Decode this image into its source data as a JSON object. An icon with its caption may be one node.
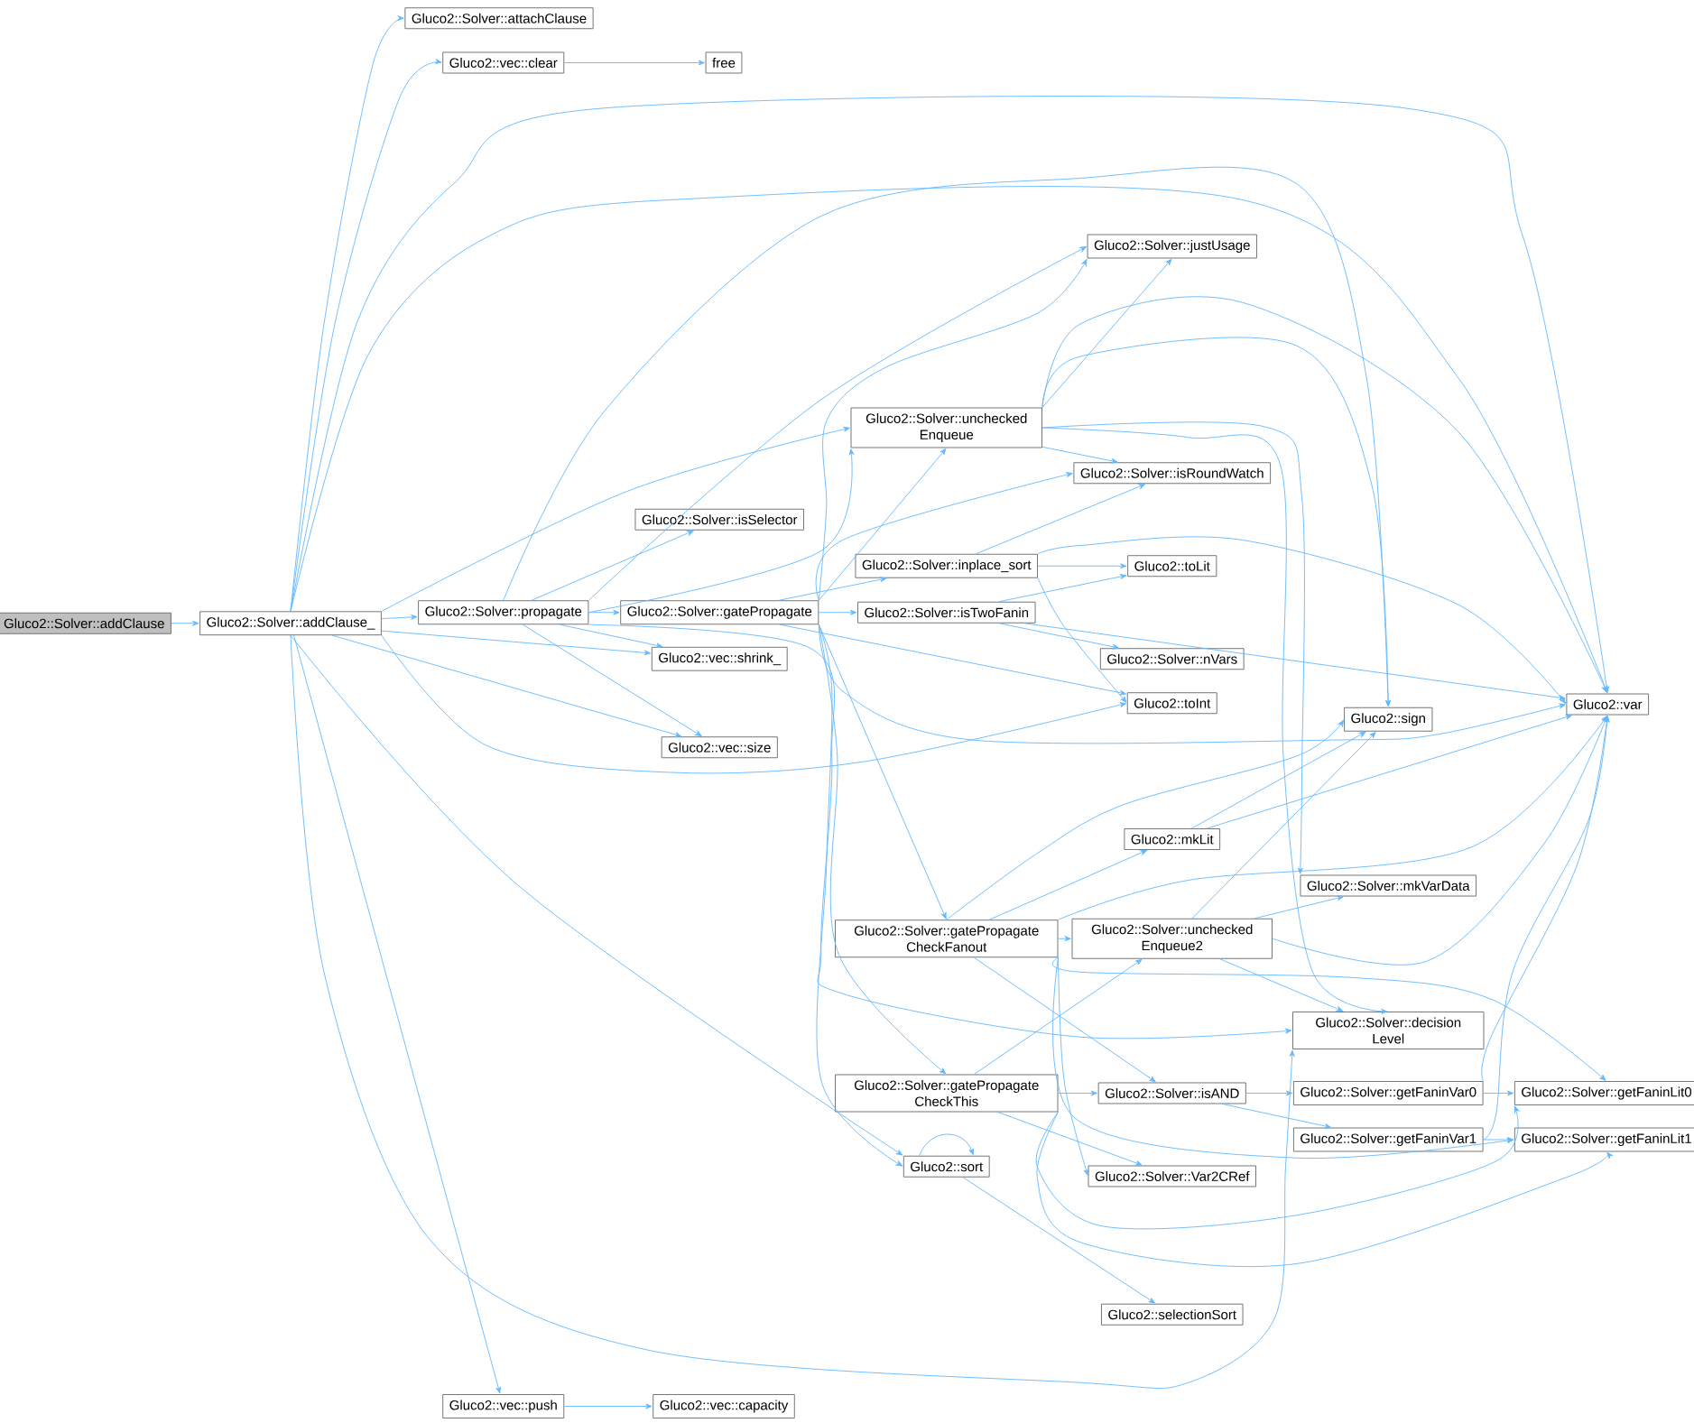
{
  "diagram": {
    "nodes": [
      {
        "text": [
          "Gluco2::Solver::addClause"
        ]
      },
      {
        "text": [
          "Gluco2::Solver::addClause_"
        ]
      },
      {
        "text": [
          "Gluco2::Solver::attachClause"
        ]
      },
      {
        "text": [
          "Gluco2::vec::clear"
        ]
      },
      {
        "text": [
          "free"
        ]
      },
      {
        "text": [
          "Gluco2::var"
        ]
      },
      {
        "text": [
          "Gluco2::sign"
        ]
      },
      {
        "text": [
          "Gluco2::Solver::justUsage"
        ]
      },
      {
        "text": [
          "Gluco2::Solver::unchecked Enqueue"
        ]
      },
      {
        "text": [
          "Gluco2::Solver::propagate"
        ]
      },
      {
        "text": [
          "Gluco2::Solver::isSelector"
        ]
      },
      {
        "text": [
          "Gluco2::Solver::gatePropagate"
        ]
      },
      {
        "text": [
          "Gluco2::vec::shrink_"
        ]
      },
      {
        "text": [
          "Gluco2::vec::size"
        ]
      },
      {
        "text": [
          "Gluco2::toInt"
        ]
      },
      {
        "text": [
          "Gluco2::Solver::isRoundWatch"
        ]
      },
      {
        "text": [
          "Gluco2::Solver::inplace_sort"
        ]
      },
      {
        "text": [
          "Gluco2::toLit"
        ]
      },
      {
        "text": [
          "Gluco2::Solver::isTwoFanin"
        ]
      },
      {
        "text": [
          "Gluco2::Solver::nVars"
        ]
      },
      {
        "text": [
          "Gluco2::mkLit"
        ]
      },
      {
        "text": [
          "Gluco2::Solver::mkVarData"
        ]
      },
      {
        "text": [
          "Gluco2::Solver::gatePropagate CheckFanout"
        ]
      },
      {
        "text": [
          "Gluco2::Solver::unchecked Enqueue2"
        ]
      },
      {
        "text": [
          "Gluco2::Solver::decision Level"
        ]
      },
      {
        "text": [
          "Gluco2::Solver::gatePropagate CheckThis"
        ]
      },
      {
        "text": [
          "Gluco2::Solver::isAND"
        ]
      },
      {
        "text": [
          "Gluco2::Solver::getFaninVar0"
        ]
      },
      {
        "text": [
          "Gluco2::Solver::getFaninLit0"
        ]
      },
      {
        "text": [
          "Gluco2::Solver::getFaninVar1"
        ]
      },
      {
        "text": [
          "Gluco2::Solver::getFaninLit1"
        ]
      },
      {
        "text": [
          "Gluco2::sort"
        ]
      },
      {
        "text": [
          "Gluco2::Solver::Var2CRef"
        ]
      },
      {
        "text": [
          "Gluco2::selectionSort"
        ]
      },
      {
        "text": [
          "Gluco2::vec::push"
        ]
      },
      {
        "text": [
          "Gluco2::vec::capacity"
        ]
      }
    ],
    "edges": [
      {
        "from": 0,
        "to": 1,
        "arrow": "to"
      },
      {
        "from": 1,
        "to": 2,
        "arrow": "to"
      },
      {
        "from": 1,
        "to": 3,
        "arrow": "to"
      },
      {
        "from": 3,
        "to": 4,
        "arrow": "to"
      },
      {
        "from": 1,
        "to": 5,
        "arrow": "to"
      },
      {
        "from": 1,
        "to": 5,
        "arrow": "to"
      },
      {
        "from": 1,
        "to": 8,
        "arrow": "to"
      },
      {
        "from": 1,
        "to": 9,
        "arrow": "to"
      },
      {
        "from": 1,
        "to": 12,
        "arrow": "to"
      },
      {
        "from": 1,
        "to": 13,
        "arrow": "to"
      },
      {
        "from": 1,
        "to": 14,
        "arrow": "to"
      },
      {
        "from": 1,
        "to": 31,
        "arrow": "to"
      },
      {
        "from": 1,
        "to": 24,
        "arrow": "to"
      },
      {
        "from": 1,
        "to": 34,
        "arrow": "to"
      },
      {
        "from": 34,
        "to": 35,
        "arrow": "to"
      },
      {
        "from": 9,
        "to": 6,
        "arrow": "to"
      },
      {
        "from": 9,
        "to": 7,
        "arrow": "to"
      },
      {
        "from": 9,
        "to": 10,
        "arrow": "to"
      },
      {
        "from": 9,
        "to": 11,
        "arrow": "to"
      },
      {
        "from": 9,
        "to": 8,
        "arrow": "to"
      },
      {
        "from": 9,
        "to": 12,
        "arrow": "to"
      },
      {
        "from": 9,
        "to": 13,
        "arrow": "to"
      },
      {
        "from": 9,
        "to": 24,
        "arrow": "to"
      },
      {
        "from": 11,
        "to": 7,
        "arrow": "to"
      },
      {
        "from": 11,
        "to": 8,
        "arrow": "to"
      },
      {
        "from": 11,
        "to": 15,
        "arrow": "to"
      },
      {
        "from": 11,
        "to": 16,
        "arrow": "to"
      },
      {
        "from": 11,
        "to": 18,
        "arrow": "to"
      },
      {
        "from": 11,
        "to": 14,
        "arrow": "to"
      },
      {
        "from": 11,
        "to": 5,
        "arrow": "to"
      },
      {
        "from": 11,
        "to": 22,
        "arrow": "to"
      },
      {
        "from": 11,
        "to": 25,
        "arrow": "to"
      },
      {
        "from": 11,
        "to": 31,
        "arrow": "to"
      },
      {
        "from": 8,
        "to": 7,
        "arrow": "to"
      },
      {
        "from": 8,
        "to": 5,
        "arrow": "to"
      },
      {
        "from": 8,
        "to": 6,
        "arrow": "to"
      },
      {
        "from": 8,
        "to": 15,
        "arrow": "to"
      },
      {
        "from": 8,
        "to": 21,
        "arrow": "to"
      },
      {
        "from": 8,
        "to": 24,
        "arrow": "to"
      },
      {
        "from": 16,
        "to": 15,
        "arrow": "to"
      },
      {
        "from": 16,
        "to": 5,
        "arrow": "to"
      },
      {
        "from": 16,
        "to": 17,
        "arrow": "to"
      },
      {
        "from": 16,
        "to": 14,
        "arrow": "to"
      },
      {
        "from": 18,
        "to": 17,
        "arrow": "to"
      },
      {
        "from": 18,
        "to": 5,
        "arrow": "to"
      },
      {
        "from": 18,
        "to": 19,
        "arrow": "to"
      },
      {
        "from": 22,
        "to": 6,
        "arrow": "to"
      },
      {
        "from": 22,
        "to": 20,
        "arrow": "to"
      },
      {
        "from": 22,
        "to": 5,
        "arrow": "to"
      },
      {
        "from": 22,
        "to": 23,
        "arrow": "to"
      },
      {
        "from": 22,
        "to": 28,
        "arrow": "to"
      },
      {
        "from": 22,
        "to": 26,
        "arrow": "to"
      },
      {
        "from": 22,
        "to": 32,
        "arrow": "to"
      },
      {
        "from": 22,
        "to": 30,
        "arrow": "to"
      },
      {
        "from": 20,
        "to": 6,
        "arrow": "to"
      },
      {
        "from": 20,
        "to": 5,
        "arrow": "to"
      },
      {
        "from": 23,
        "to": 6,
        "arrow": "to"
      },
      {
        "from": 23,
        "to": 21,
        "arrow": "to"
      },
      {
        "from": 23,
        "to": 5,
        "arrow": "to"
      },
      {
        "from": 23,
        "to": 24,
        "arrow": "to"
      },
      {
        "from": 25,
        "to": 23,
        "arrow": "to"
      },
      {
        "from": 25,
        "to": 26,
        "arrow": "to"
      },
      {
        "from": 25,
        "to": 32,
        "arrow": "to"
      },
      {
        "from": 25,
        "to": 28,
        "arrow": "to"
      },
      {
        "from": 25,
        "to": 30,
        "arrow": "to"
      },
      {
        "from": 26,
        "to": 27,
        "arrow": "to"
      },
      {
        "from": 26,
        "to": 29,
        "arrow": "to"
      },
      {
        "from": 27,
        "to": 5,
        "arrow": "to"
      },
      {
        "from": 27,
        "to": 28,
        "arrow": "to"
      },
      {
        "from": 29,
        "to": 5,
        "arrow": "to"
      },
      {
        "from": 29,
        "to": 30,
        "arrow": "to"
      },
      {
        "from": 31,
        "to": 31,
        "arrow": "to"
      },
      {
        "from": 31,
        "to": 33,
        "arrow": "to"
      }
    ]
  }
}
